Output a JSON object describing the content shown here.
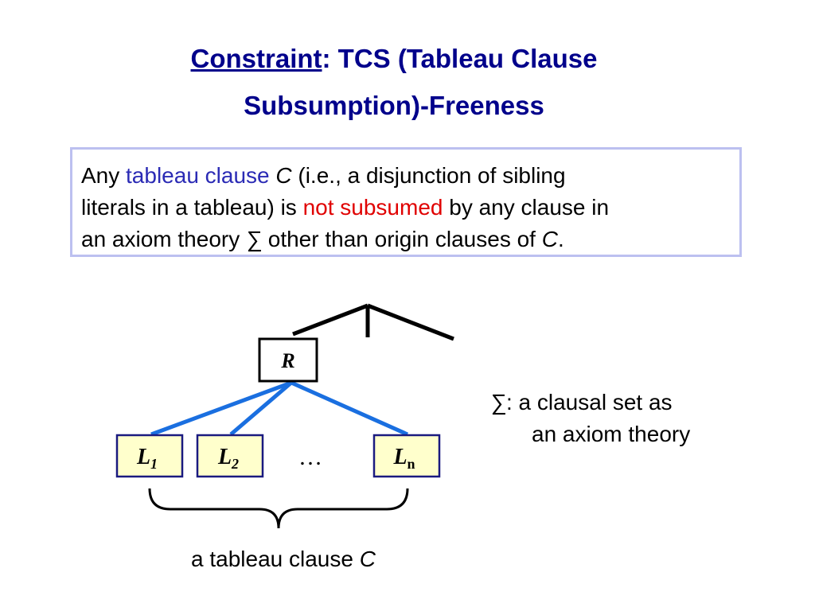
{
  "title": {
    "line1_emph": "Constraint",
    "line1_rest": ":  TCS (Tableau Clause",
    "line2": "Subsumption)-Freeness"
  },
  "definition": {
    "t1": "Any ",
    "t2": "tableau clause",
    "t3": " C",
    "t4": "  (i.e., a disjunction of sibling",
    "t5": "literals in a tableau) is ",
    "t6": "not subsumed",
    "t7": " by any clause in",
    "t8": "an axiom theory ",
    "t9": "∑",
    "t10": " other than origin clauses of ",
    "t11": "C",
    "t12": "."
  },
  "tree": {
    "root_label": "R",
    "leaves": [
      {
        "base": "L",
        "sub": "1"
      },
      {
        "base": "L",
        "sub": "2"
      },
      {
        "base": "L",
        "sub": "n"
      }
    ],
    "ellipsis": "…"
  },
  "caption": {
    "text": "a tableau clause ",
    "var": "C"
  },
  "sigma_note": {
    "symbol": "∑",
    "line1": ": a clausal set as",
    "line2": "an axiom theory"
  },
  "colors": {
    "title": "#00008b",
    "box_border": "#bcc0f0",
    "term_blue": "#2b2bb5",
    "term_red": "#e00000",
    "edge_blue": "#1a6fe0",
    "leaf_fill": "#ffffcc",
    "leaf_border": "#1a1a80"
  }
}
